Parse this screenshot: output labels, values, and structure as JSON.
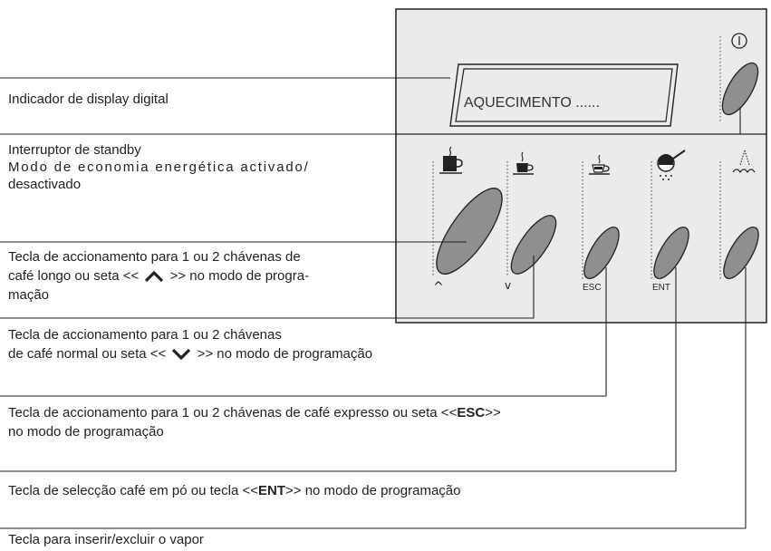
{
  "display_text": "AQUECIMENTO ......",
  "button_tags": {
    "up": "^",
    "down": "v",
    "esc": "ESC",
    "ent": "ENT"
  },
  "power_symbol": "power-icon",
  "labels": {
    "display": "Indicador de display digital",
    "standby_line1": "Interruptor de standby",
    "standby_line2": "Modo de economia energética activado/",
    "standby_line3": "desactivado",
    "long_line1": "Tecla de accionamento para 1 ou 2 chávenas de",
    "long_line2_a": "café longo ou seta <<",
    "long_line2_b": ">> no modo de progra-",
    "long_line3": "mação",
    "normal_line1": "Tecla de accionamento para 1 ou 2 chávenas",
    "normal_line2_a": "de café normal ou seta <<",
    "normal_line2_b": ">> no modo de programação",
    "espresso_line1_a": "Tecla de accionamento para 1 ou 2 chávenas de café expresso ou seta <<",
    "espresso_line1_key": "ESC",
    "espresso_line1_b": ">>",
    "espresso_line2": "no modo de programação",
    "powder_a": "Tecla de selecção café em pó ou tecla <<",
    "powder_key": "ENT",
    "powder_b": ">> no modo de programação",
    "steam": "Tecla para inserir/excluir o vapor"
  },
  "colors": {
    "panel": "#ebebeb",
    "button": "#8f8f8f",
    "line": "#222222"
  }
}
